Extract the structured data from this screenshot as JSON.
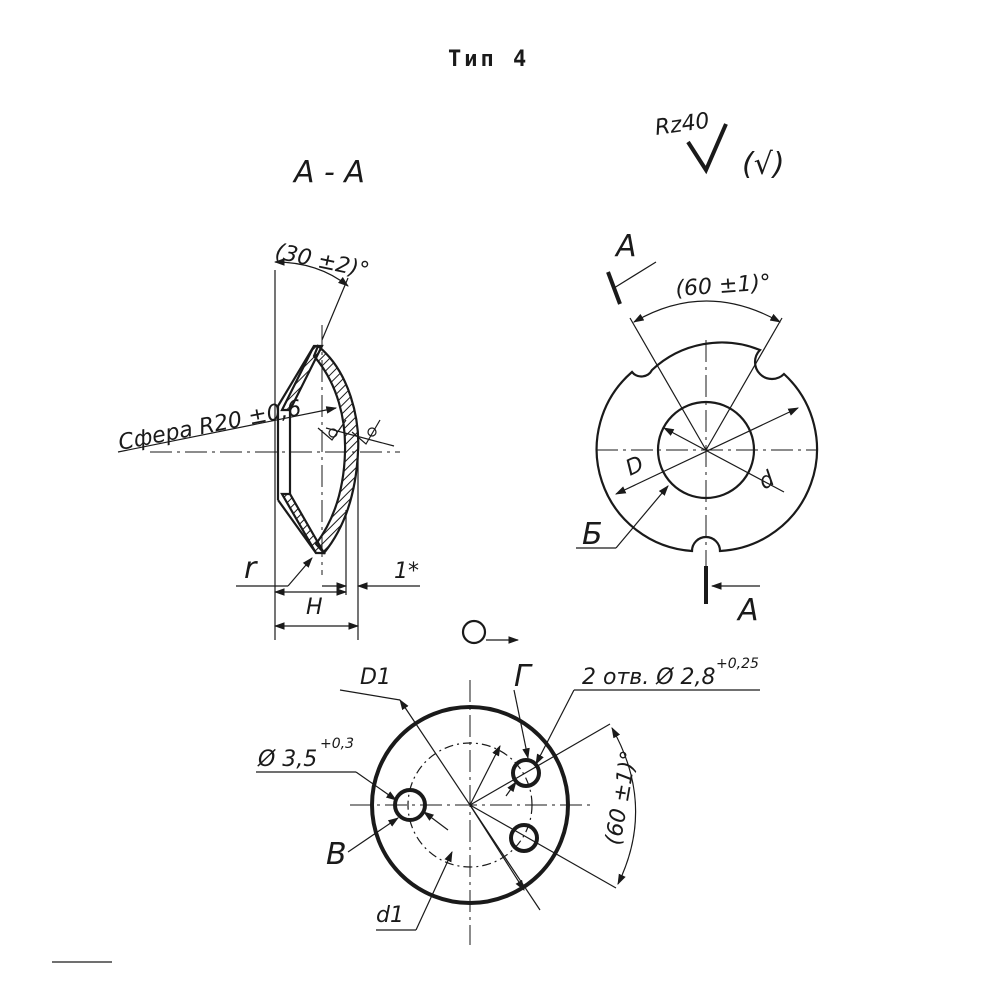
{
  "title": "Тип 4",
  "roughness": {
    "symbol": "Rz40",
    "extra": "(√)"
  },
  "section_view": {
    "label": "А - А",
    "angle": "(30 ±2)°",
    "sphere": "Сфера R20 ±0,6",
    "r": "r",
    "H": "H",
    "one": "1*"
  },
  "front_view": {
    "section_mark": "А",
    "angle": "(60 ±1)°",
    "D": "D",
    "d": "d",
    "B_label": "Б"
  },
  "bottom_view": {
    "rotation_symbol": "○",
    "D1": "D1",
    "G_label": "Г",
    "holes_main": "2 отв. Ø 2,8",
    "holes_tol": "+0,25",
    "hole_main": "Ø 3,5",
    "hole_tol": "+0,3",
    "V_label": "В",
    "d1": "d1",
    "angle": "(60 ±1)°"
  }
}
